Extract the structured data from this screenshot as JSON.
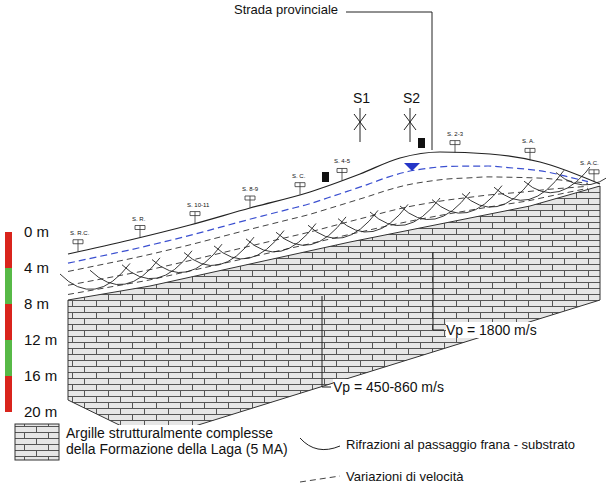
{
  "diagram": {
    "labels": [
      "Strada provinciale",
      "S1",
      "S2",
      "0 m",
      "4 m",
      "8 m",
      "12 m",
      "16 m",
      "20 m",
      "Vp = 1800 m/s",
      "Vp = 450-860 m/s",
      "S. R.C.",
      "S. R.",
      "S. 10-11",
      "S. 8-9",
      "S. C.",
      "S. 4-5",
      "S. 2-3",
      "S. A.",
      "S. A.C."
    ],
    "legend": [
      {
        "text": "Argille strutturalmente complesse della Formazione della Laga (5 MA)"
      },
      {
        "text": "Rifrazioni al passaggio frana - substrato"
      },
      {
        "text": "Variazioni di velocità"
      }
    ]
  }
}
